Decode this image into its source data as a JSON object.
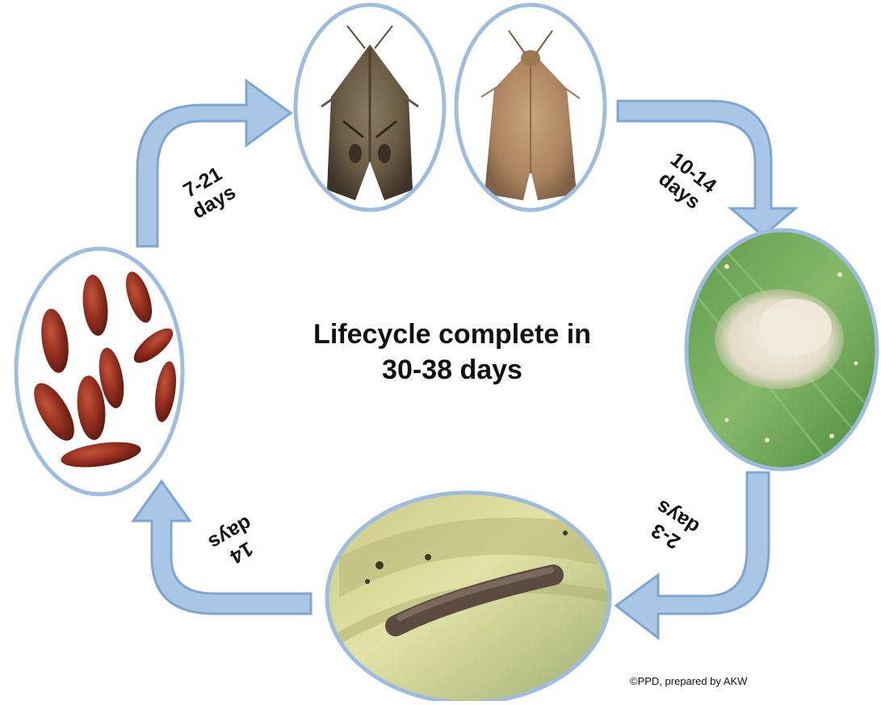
{
  "title_line1": "Lifecycle complete in",
  "title_line2": "30-38 days",
  "credit": "©PPD, prepared by AKW",
  "arrows": {
    "pupa_to_adult": {
      "line1": "7-21",
      "line2": "days"
    },
    "adult_to_eggs": {
      "line1": "10-14",
      "line2": "days"
    },
    "eggs_to_larva": {
      "line1": "2-3",
      "line2": "days"
    },
    "larva_to_pupa": {
      "line1": "14",
      "line2": "days"
    }
  },
  "colors": {
    "arrow_fill": "#a9c6e6",
    "arrow_edge": "#7fa6d0",
    "frame_ring": "#9dbde0"
  }
}
